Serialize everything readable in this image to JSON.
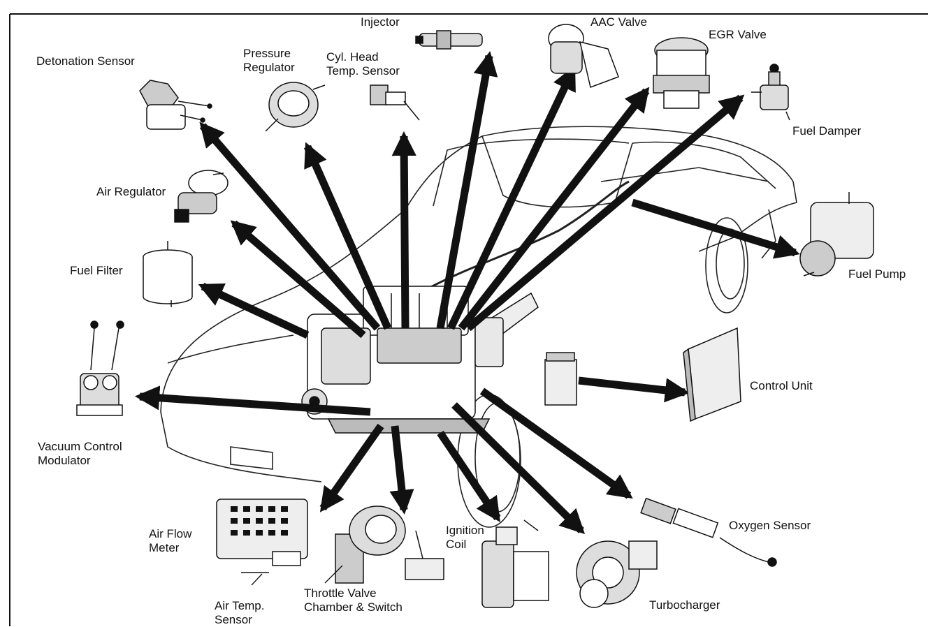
{
  "labels": {
    "detonation_sensor": "Detonation Sensor",
    "pressure_regulator": "Pressure\nRegulator",
    "cyl_head_temp_sensor": "Cyl. Head\nTemp. Sensor",
    "injector": "Injector",
    "aac_valve": "AAC Valve",
    "egr_valve": "EGR Valve",
    "fuel_damper": "Fuel Damper",
    "air_regulator": "Air Regulator",
    "fuel_pump": "Fuel Pump",
    "fuel_filter": "Fuel Filter",
    "control_unit": "Control Unit",
    "vacuum_control_modulator": "Vacuum Control\nModulator",
    "oxygen_sensor": "Oxygen Sensor",
    "air_flow_meter": "Air Flow\nMeter",
    "ignition_coil": "Ignition\nCoil",
    "air_temp_sensor": "Air Temp.\nSensor",
    "throttle_valve": "Throttle Valve\nChamber & Switch",
    "turbocharger": "Turbocharger"
  },
  "colors": {
    "ink": "#111111",
    "paper": "#ffffff"
  }
}
